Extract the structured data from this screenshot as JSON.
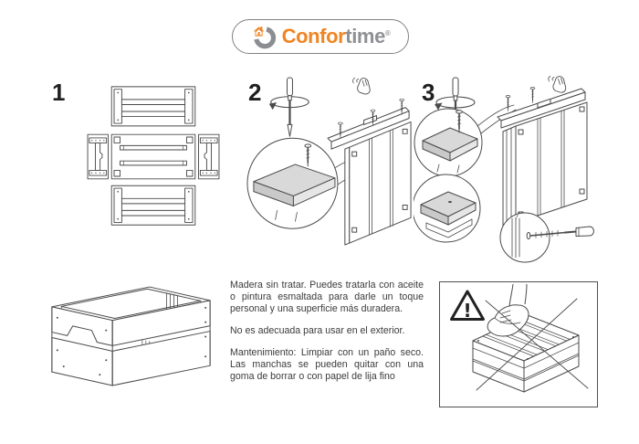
{
  "logo": {
    "text_primary": "Confor",
    "text_secondary": "time",
    "registered_mark": "®",
    "color_primary": "#ef8523",
    "color_secondary": "#8e9194",
    "outline_color": "#7e8285"
  },
  "steps": [
    {
      "number": "1"
    },
    {
      "number": "2"
    },
    {
      "number": "3"
    }
  ],
  "instructions": {
    "paragraphs": [
      "Madera sin tratar. Puedes tratarla con aceite o pintura esmaltada para darle un toque personal y una superficie más duradera.",
      "No es adecuada para usar en el exterior.",
      "Mantenimiento: Limpiar con un paño seco. Las manchas se pueden quitar con una goma de borrar o con papel de lija fino"
    ]
  },
  "warning": {
    "exclamation": "!"
  },
  "artwork_colors": {
    "line": "#4a4a4a",
    "board_fill": "#d9d9d9",
    "board_fill_dark": "#c9c9c9",
    "board_fill_light": "#e6e6e6"
  },
  "icons": {
    "logo_icon": "house-in-ring-icon",
    "screwdriver": "screwdriver-icon",
    "rotation": "rotation-arrow-icon",
    "screw": "screw-icon",
    "hand": "press-hand-icon",
    "warning": "warning-triangle-icon",
    "prohibition": "cross-out-icon"
  }
}
